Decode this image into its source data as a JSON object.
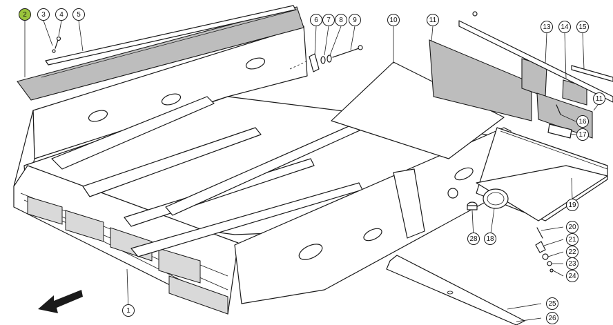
{
  "highlight_color": "#9ac43c",
  "callouts": [
    {
      "id": "c1",
      "label": "1",
      "highlighted": false
    },
    {
      "id": "c2",
      "label": "2",
      "highlighted": true
    },
    {
      "id": "c3",
      "label": "3",
      "highlighted": false
    },
    {
      "id": "c4",
      "label": "4",
      "highlighted": false
    },
    {
      "id": "c5",
      "label": "5",
      "highlighted": false
    },
    {
      "id": "c6",
      "label": "6",
      "highlighted": false
    },
    {
      "id": "c7",
      "label": "7",
      "highlighted": false
    },
    {
      "id": "c8",
      "label": "8",
      "highlighted": false
    },
    {
      "id": "c9",
      "label": "9",
      "highlighted": false
    },
    {
      "id": "c10",
      "label": "10",
      "highlighted": false
    },
    {
      "id": "c11a",
      "label": "11",
      "highlighted": false
    },
    {
      "id": "c11b",
      "label": "11",
      "highlighted": false
    },
    {
      "id": "c13",
      "label": "13",
      "highlighted": false
    },
    {
      "id": "c14",
      "label": "14",
      "highlighted": false
    },
    {
      "id": "c15",
      "label": "15",
      "highlighted": false
    },
    {
      "id": "c16",
      "label": "16",
      "highlighted": false
    },
    {
      "id": "c17",
      "label": "17",
      "highlighted": false
    },
    {
      "id": "c18",
      "label": "18",
      "highlighted": false
    },
    {
      "id": "c19",
      "label": "19",
      "highlighted": false
    },
    {
      "id": "c20",
      "label": "20",
      "highlighted": false
    },
    {
      "id": "c21",
      "label": "21",
      "highlighted": false
    },
    {
      "id": "c22",
      "label": "22",
      "highlighted": false
    },
    {
      "id": "c23",
      "label": "23",
      "highlighted": false
    },
    {
      "id": "c24",
      "label": "24",
      "highlighted": false
    },
    {
      "id": "c25",
      "label": "25",
      "highlighted": false
    },
    {
      "id": "c26",
      "label": "26",
      "highlighted": false
    },
    {
      "id": "c28",
      "label": "28",
      "highlighted": false
    }
  ],
  "direction_arrow_icon": "arrow-down-left-icon"
}
